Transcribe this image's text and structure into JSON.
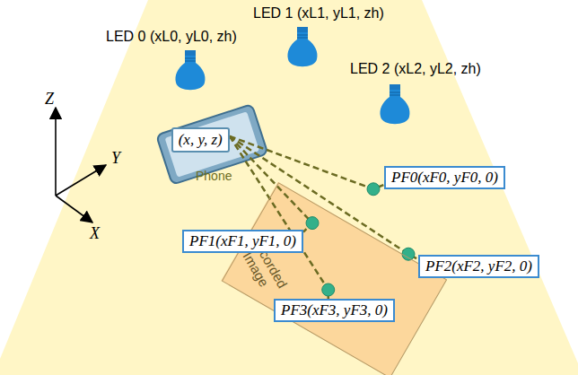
{
  "diagram": {
    "nodes": [
      {
        "text": [
          "LED 0 (xL0, yL0, zh)"
        ]
      },
      {
        "text": [
          "LED 1 (xL1, yL1, zh)"
        ]
      },
      {
        "text": [
          "LED 2 (xL2, yL2, zh)"
        ]
      },
      {
        "text": [
          "(x, y, z)",
          "Phone"
        ]
      },
      {
        "text": [
          "Recorded Image"
        ]
      },
      {
        "text": [
          "PF0(xF0, yF0, 0)"
        ]
      },
      {
        "text": [
          "PF1(xF1, yF1, 0)"
        ]
      },
      {
        "text": [
          "PF2(xF2, yF2, 0)"
        ]
      },
      {
        "text": [
          "PF3(xF3, yF3, 0)"
        ]
      }
    ],
    "edges": [
      {
        "from": 3,
        "to": 5,
        "arrow": "none"
      },
      {
        "from": 3,
        "to": 6,
        "arrow": "none"
      },
      {
        "from": 3,
        "to": 7,
        "arrow": "none"
      },
      {
        "from": 3,
        "to": 8,
        "arrow": "none"
      }
    ],
    "labels": [
      "Z",
      "Y",
      "X"
    ]
  }
}
